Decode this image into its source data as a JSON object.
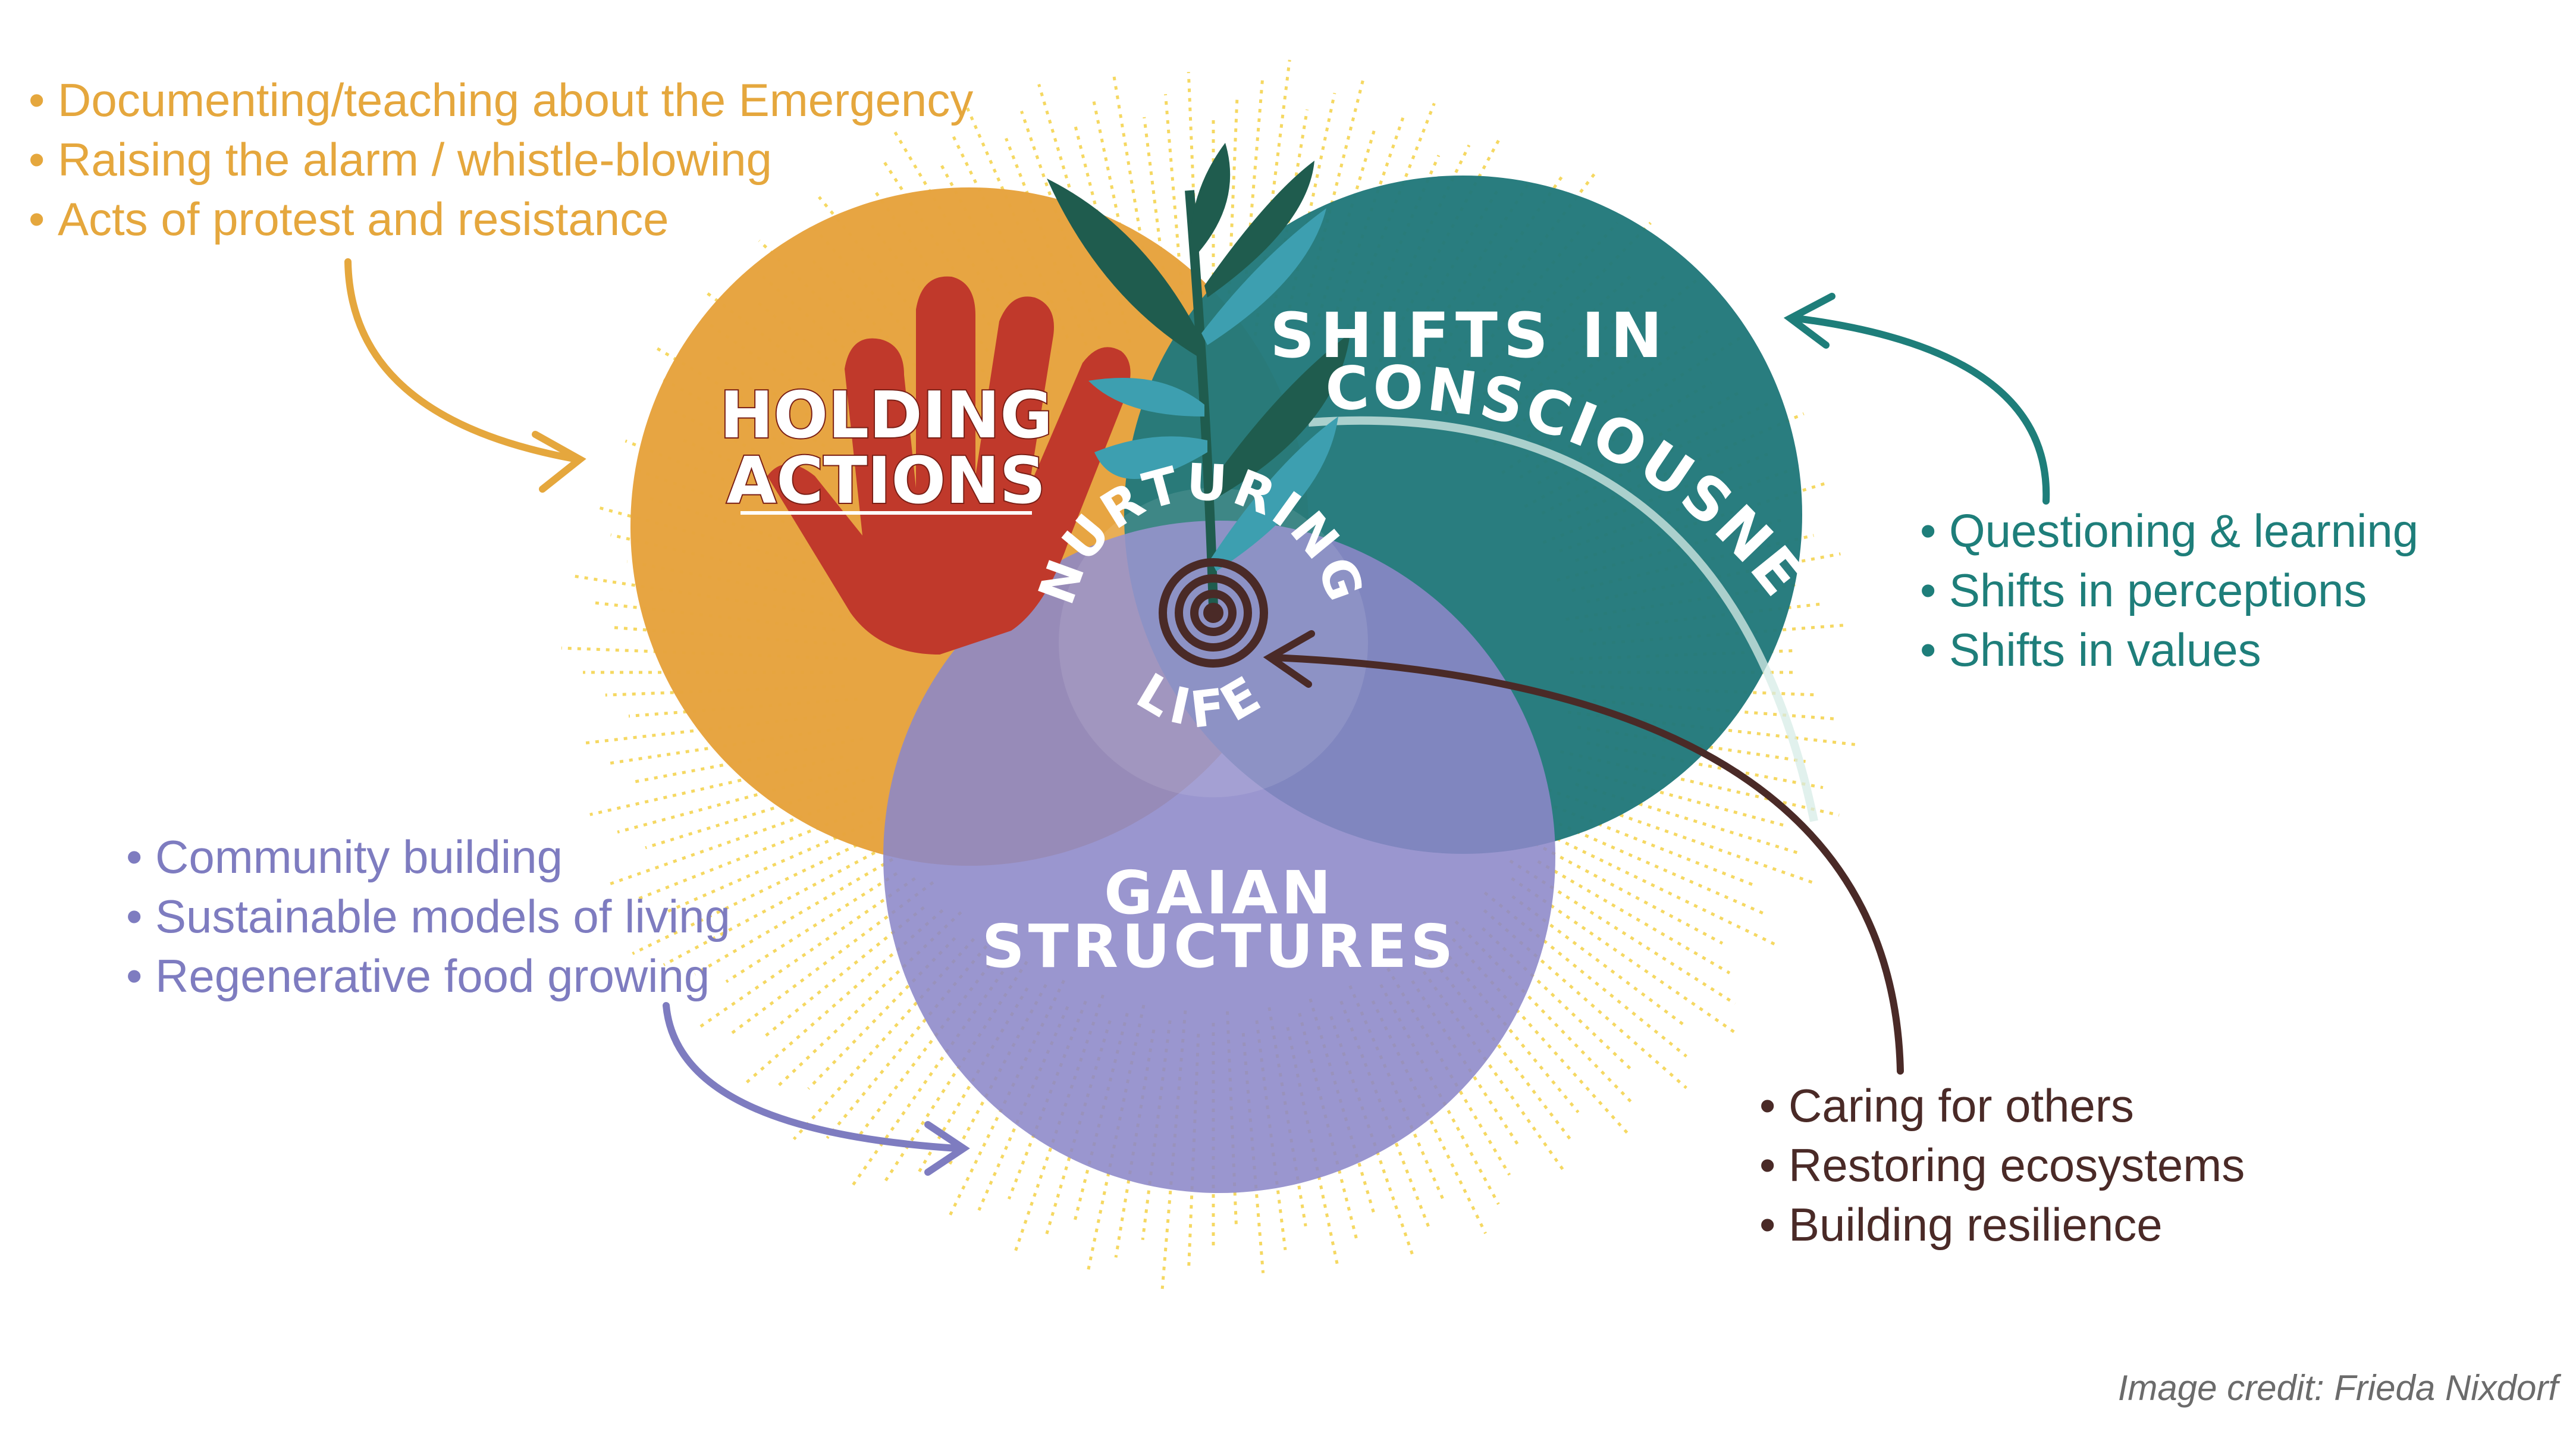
{
  "colors": {
    "holding": "#E7A33E",
    "holding_text": "#E5A73D",
    "shifts": "#22797B",
    "shifts_text": "#1E7E7A",
    "gaian": "#8C88C8",
    "gaian_text": "#7E7CC0",
    "nurture_text": "#4A2A27",
    "hand": "#C0392B",
    "rays": "#F2CB2E",
    "leaf_dark": "#1F5C4E",
    "leaf_light": "#3D9FB0",
    "credit": "#6B6B6B"
  },
  "holding": {
    "title_line1": "HOLDING",
    "title_line2": "ACTIONS",
    "icon": "raised-hand-icon",
    "bullets": [
      "Documenting/teaching about the Emergency",
      "Raising the alarm / whistle-blowing",
      "Acts of protest and resistance"
    ]
  },
  "shifts": {
    "title_line1": "SHIFTS IN",
    "title_line2": "CONSCIOUSNESS",
    "bullets": [
      "Questioning & learning",
      "Shifts in perceptions",
      "Shifts in values"
    ]
  },
  "gaian": {
    "title_line1": "GAIAN",
    "title_line2": "STRUCTURES",
    "bullets": [
      "Community building",
      "Sustainable models of living",
      "Regenerative food growing"
    ]
  },
  "nurturing": {
    "title_line1": "NURTURING",
    "title_line2": "LIFE",
    "icon": "spiral-seedling-icon",
    "bullets": [
      "Caring for others",
      "Restoring ecosystems",
      "Building resilience"
    ]
  },
  "credit": "Image credit: Frieda Nixdorf"
}
